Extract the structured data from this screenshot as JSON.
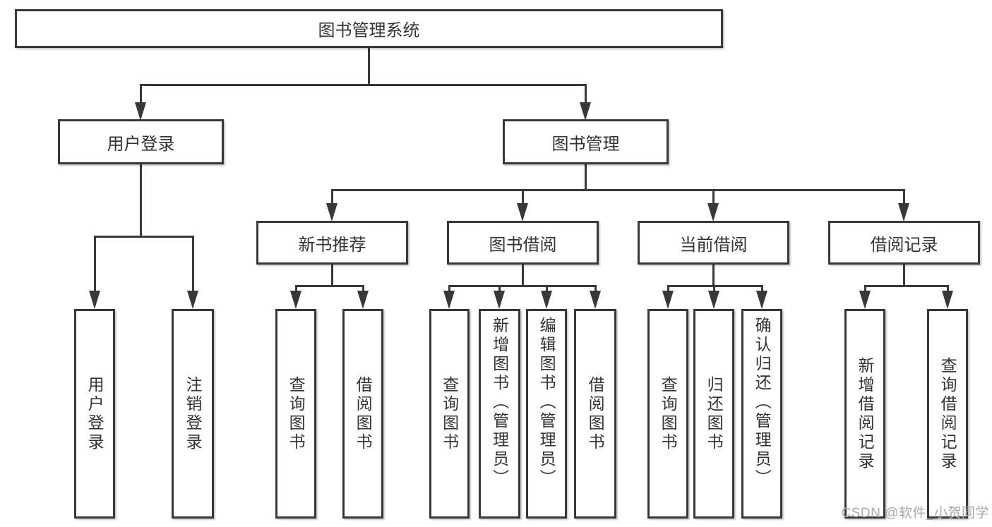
{
  "tree": {
    "root": {
      "label": "图书管理系统"
    },
    "login": {
      "label": "用户登录",
      "children": [
        {
          "label": "用户登录"
        },
        {
          "label": "注销登录"
        }
      ]
    },
    "mgmt": {
      "label": "图书管理",
      "sections": [
        {
          "label": "新书推荐",
          "children": [
            {
              "label": "查询图书"
            },
            {
              "label": "借阅图书"
            }
          ]
        },
        {
          "label": "图书借阅",
          "children": [
            {
              "label": "查询图书"
            },
            {
              "label": "新增图书（管理员）"
            },
            {
              "label": "编辑图书（管理员）"
            },
            {
              "label": "借阅图书"
            }
          ]
        },
        {
          "label": "当前借阅",
          "children": [
            {
              "label": "查询图书"
            },
            {
              "label": "归还图书"
            },
            {
              "label": "确认归还（管理员）"
            }
          ]
        },
        {
          "label": "借阅记录",
          "children": [
            {
              "label": "新增借阅记录"
            },
            {
              "label": "查询借阅记录"
            }
          ]
        }
      ]
    }
  },
  "watermark": {
    "text": "CSDN @软件_小贺同学"
  },
  "colors": {
    "line": "#383838",
    "box_border": "#383838",
    "box_fill": "#ffffff",
    "text": "#333333",
    "watermark": "#a9a9a9",
    "background": "#ffffff"
  }
}
